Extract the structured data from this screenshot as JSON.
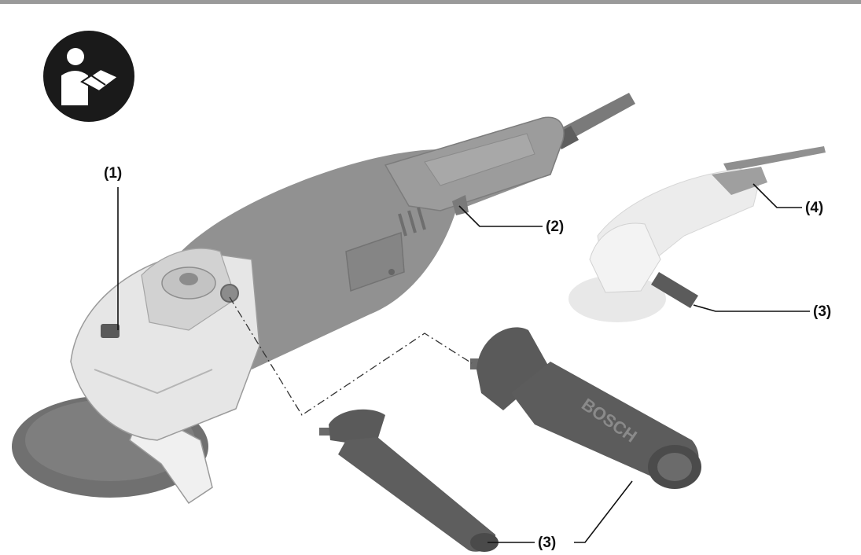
{
  "callouts": {
    "c1": "(1)",
    "c2": "(2)",
    "c3_small": "(3)",
    "c3_bottom": "(3)",
    "c4": "(4)"
  },
  "handle_brand": "BOSCH",
  "icons": {
    "manual": "read-manual-icon"
  },
  "colors": {
    "body_dark": "#8c8c8c",
    "body_light": "#dedede",
    "disc": "#6f6f6f",
    "handle": "#5c5c5c",
    "rule": "#9a9a9a"
  }
}
